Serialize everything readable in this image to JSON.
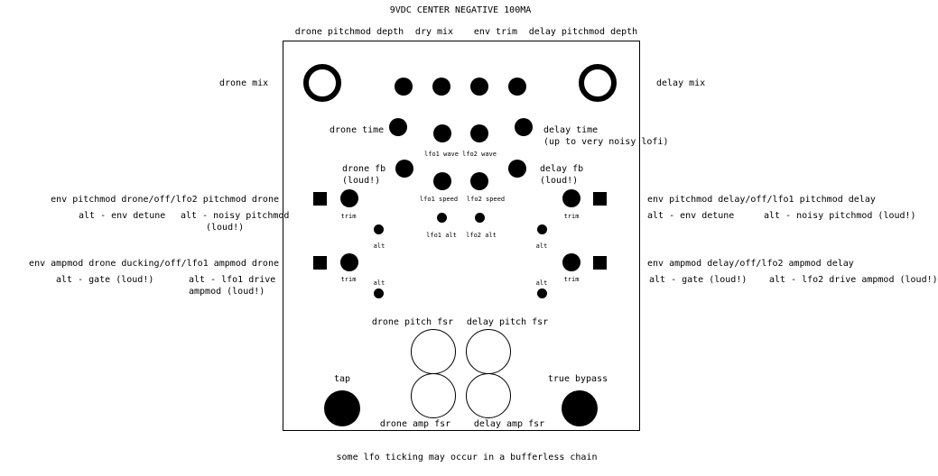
{
  "header": {
    "power": "9VDC CENTER NEGATIVE 100MA"
  },
  "top_labels": {
    "drone_pitchmod_depth": "drone pitchmod depth",
    "dry_mix": "dry mix",
    "env_trim": "env trim",
    "delay_pitchmod_depth": "delay pitchmod depth"
  },
  "mix": {
    "drone": "drone mix",
    "delay": "delay mix"
  },
  "time": {
    "drone": "drone time",
    "delay": "delay time",
    "delay_note": "(up to very noisy lofi)"
  },
  "lfo": {
    "lfo1_wave": "lfo1 wave",
    "lfo2_wave": "lfo2 wave",
    "lfo1_speed": "lfo1 speed",
    "lfo2_speed": "lfo2 speed",
    "lfo1_alt": "lfo1 alt",
    "lfo2_alt": "lfo2 alt"
  },
  "fb": {
    "drone": "drone fb",
    "delay": "delay fb",
    "note": "(loud!)"
  },
  "trim": "trim",
  "alt": "alt",
  "pitchmod": {
    "left_main": "env pitchmod drone/off/lfo2 pitchmod drone",
    "left_alt_a": "alt - env detune",
    "left_alt_b": "alt - noisy pitchmod",
    "left_alt_b2": "(loud!)",
    "right_main": "env pitchmod delay/off/lfo1 pitchmod delay",
    "right_alt_a": "alt - env detune",
    "right_alt_b": "alt - noisy pitchmod (loud!)"
  },
  "ampmod": {
    "left_main": "env ampmod drone ducking/off/lfo1 ampmod drone",
    "left_alt_a": "alt - gate (loud!)",
    "left_alt_b": "alt - lfo1 drive",
    "left_alt_b2": "ampmod (loud!)",
    "right_main": "env ampmod delay/off/lfo2 ampmod delay",
    "right_alt_a": "alt - gate (loud!)",
    "right_alt_b": "alt - lfo2 drive ampmod (loud!)"
  },
  "fsr": {
    "drone_pitch": "drone pitch fsr",
    "delay_pitch": "delay pitch fsr",
    "drone_amp": "drone amp fsr",
    "delay_amp": "delay amp fsr"
  },
  "footswitch": {
    "tap": "tap",
    "bypass": "true bypass"
  },
  "footer": {
    "note": "some lfo ticking may occur in a bufferless chain"
  }
}
